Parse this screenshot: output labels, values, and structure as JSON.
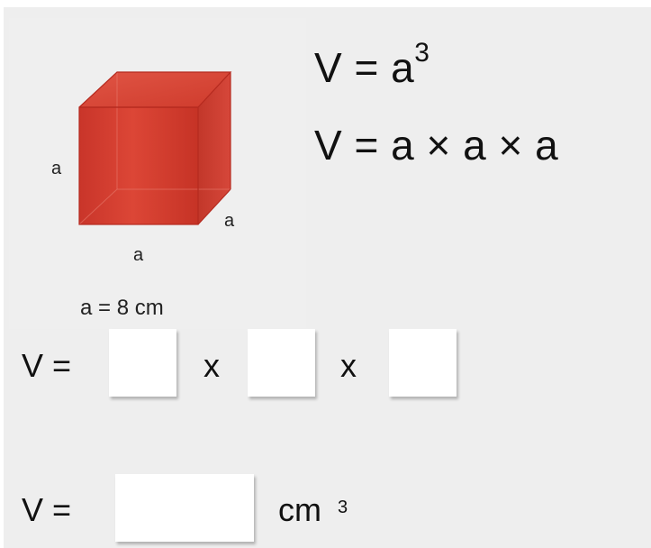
{
  "figure": {
    "edge_label_left": "a",
    "edge_label_bottom": "a",
    "edge_label_depth": "a",
    "given": "a = 8 cm",
    "cube_color": "#d0392b"
  },
  "formulas": {
    "line1_base": "V = a",
    "line1_exponent": "3",
    "line2": "V = a × a × a"
  },
  "row1": {
    "prefix": "V =",
    "times1": "x",
    "times2": "x",
    "box1_value": "",
    "box2_value": "",
    "box3_value": ""
  },
  "row2": {
    "prefix": "V =",
    "result_value": "",
    "unit": "cm",
    "unit_exponent": "3"
  }
}
